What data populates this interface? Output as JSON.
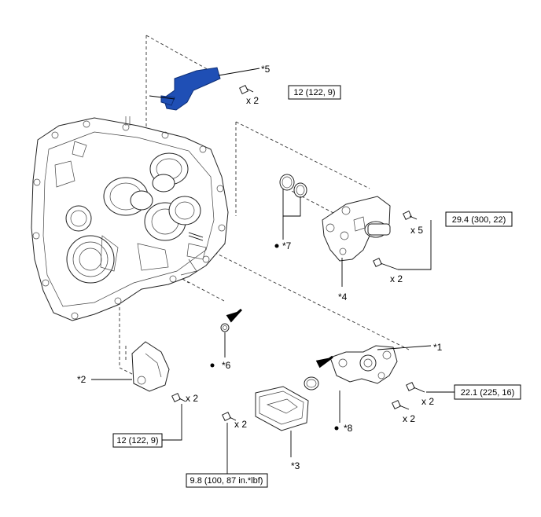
{
  "callouts": {
    "c1": "*1",
    "c2": "*2",
    "c3": "*3",
    "c4": "*4",
    "c5": "*5",
    "c6": "*6",
    "c7": "*7",
    "c8": "*8"
  },
  "quantities": {
    "q_cover_top": "x 2",
    "q_pump_top": "x 5",
    "q_pump_bottom": "x 2",
    "q_oilpump_a": "x 2",
    "q_oilpump_b": "x 2",
    "q_cover_bottom": "x 2",
    "q_strainer": "x 2"
  },
  "torques": {
    "t_cover_top": "12 (122, 9)",
    "t_pump": "29.4 (300, 22)",
    "t_oilpump": "22.1 (225, 16)",
    "t_cover_bottom": "12 (122, 9)",
    "t_strainer": "9.8 (100, 87 in.*lbf)"
  },
  "colors": {
    "highlight_part": "#1f4fb5"
  },
  "icons": [
    "arrow-icon",
    "bullet-icon",
    "bolt-icon"
  ]
}
